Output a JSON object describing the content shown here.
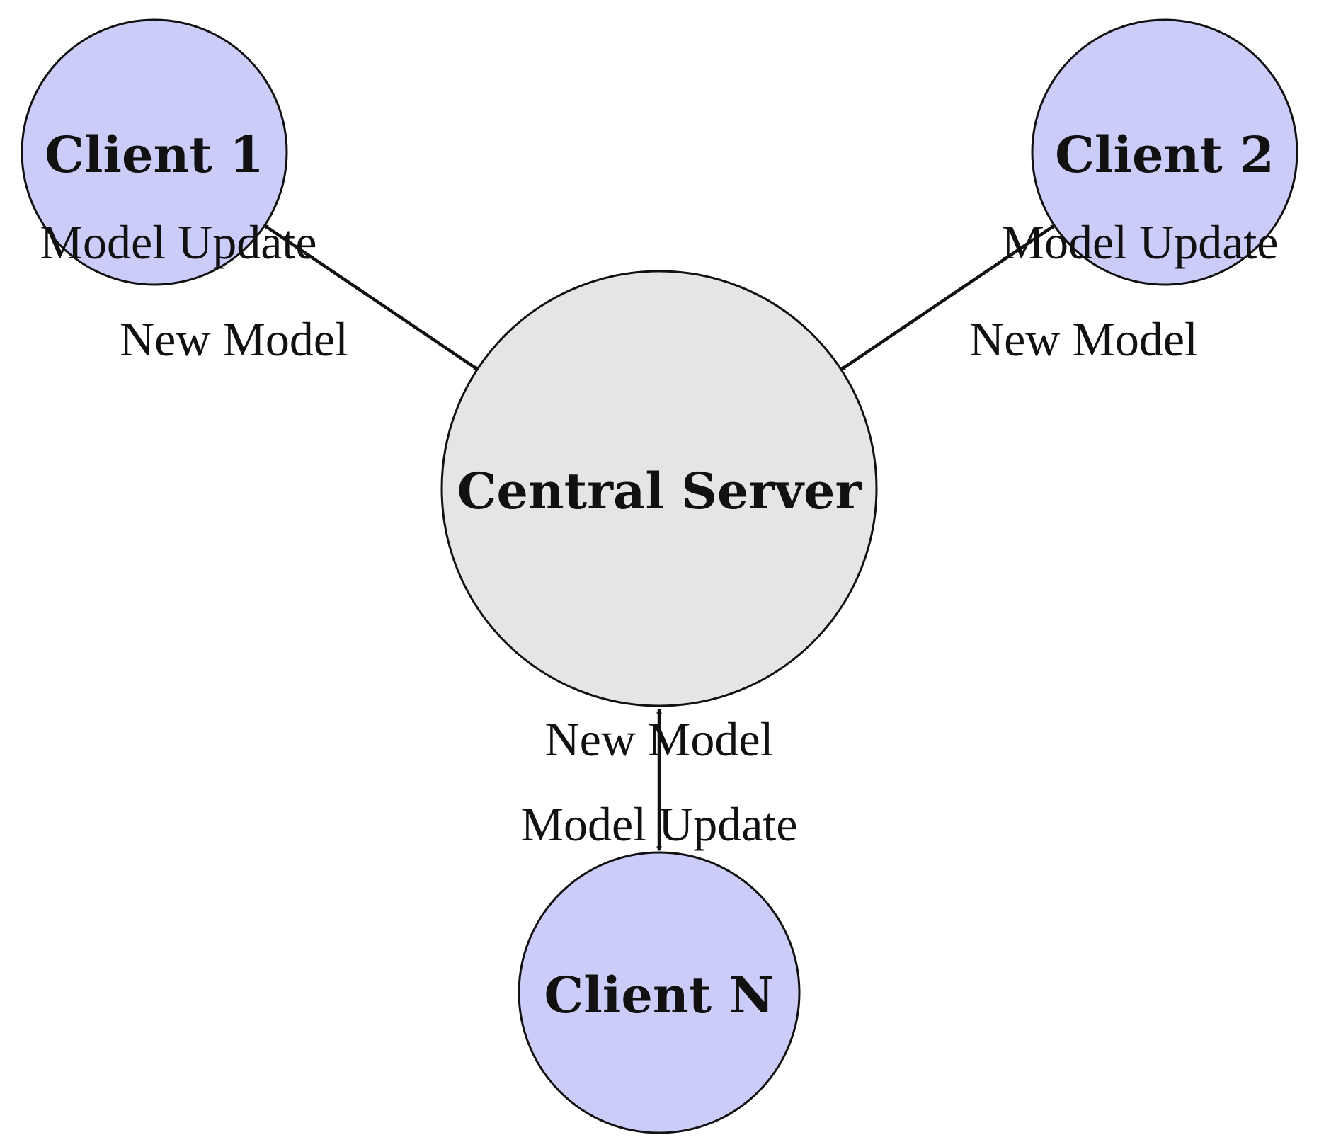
{
  "colors": {
    "client_fill": "#ccccf9",
    "server_fill": "#e5e5e5",
    "stroke": "#111111",
    "background": "#ffffff"
  },
  "nodes": {
    "server": {
      "label": "Central Server"
    },
    "client_1": {
      "label": "Client 1"
    },
    "client_2": {
      "label": "Client 2"
    },
    "client_n": {
      "label": "Client N"
    }
  },
  "edges": {
    "client_1": {
      "upward_label": "Model Update",
      "downward_label": "New Model"
    },
    "client_2": {
      "upward_label": "Model Update",
      "downward_label": "New Model"
    },
    "client_n": {
      "upward_label": "Model Update",
      "downward_label": "New Model"
    }
  }
}
